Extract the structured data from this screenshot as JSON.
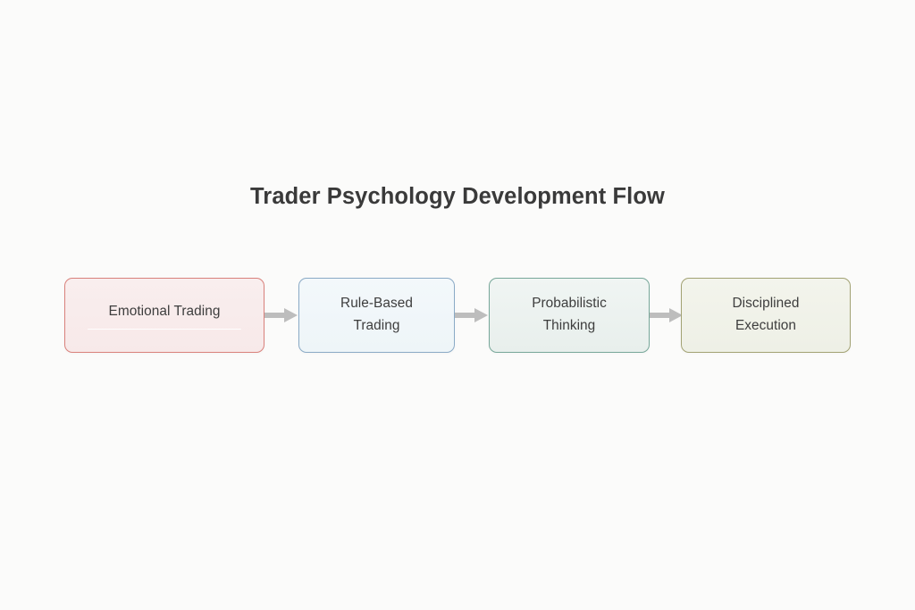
{
  "background_color": "#fbfbfa",
  "title": "Trader Psychology Development Flow",
  "flow": {
    "nodes": [
      {
        "id": "emotional-trading",
        "label": "Emotional Trading",
        "border_color": "#d9817b",
        "fill_color": "#f8eeee",
        "has_divider": true
      },
      {
        "id": "rule-based-trading",
        "label": "Rule-Based\nTrading",
        "border_color": "#8aaac6",
        "fill_color": "#f1f7fa",
        "has_divider": false
      },
      {
        "id": "probabilistic-thinking",
        "label": "Probabilistic\nThinking",
        "border_color": "#77a799",
        "fill_color": "#eef4f2",
        "has_divider": false
      },
      {
        "id": "disciplined-execution",
        "label": "Disciplined\nExecution",
        "border_color": "#a2a273",
        "fill_color": "#f2f3eb",
        "has_divider": false
      }
    ],
    "connectors": [
      {
        "id": "arrow-1",
        "from": "emotional-trading",
        "to": "rule-based-trading",
        "color": "#bdbdbd"
      },
      {
        "id": "arrow-2",
        "from": "rule-based-trading",
        "to": "probabilistic-thinking",
        "color": "#bdbdbd"
      },
      {
        "id": "arrow-3",
        "from": "probabilistic-thinking",
        "to": "disciplined-execution",
        "color": "#bdbdbd"
      }
    ]
  },
  "text_color": "#3d3d3d"
}
